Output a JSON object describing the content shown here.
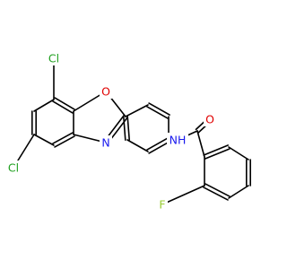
{
  "colors": {
    "bond": "#000000",
    "carbon": "#000000",
    "chlorine": "#1fa01f",
    "oxygen": "#e00000",
    "nitrogen": "#1a1aee",
    "fluorine": "#99cc33",
    "background": "#ffffff"
  },
  "atoms": {
    "cl_top": {
      "text": "Cl",
      "color": "chlorine"
    },
    "cl_left": {
      "text": "Cl",
      "color": "chlorine"
    },
    "o_ring": {
      "text": "O",
      "color": "oxygen"
    },
    "n_ring": {
      "text": "N",
      "color": "nitrogen"
    },
    "nh_amide": {
      "text": "NH",
      "color": "nitrogen"
    },
    "o_carbonyl": {
      "text": "O",
      "color": "oxygen"
    },
    "f_sub": {
      "text": "F",
      "color": "fluorine"
    }
  }
}
